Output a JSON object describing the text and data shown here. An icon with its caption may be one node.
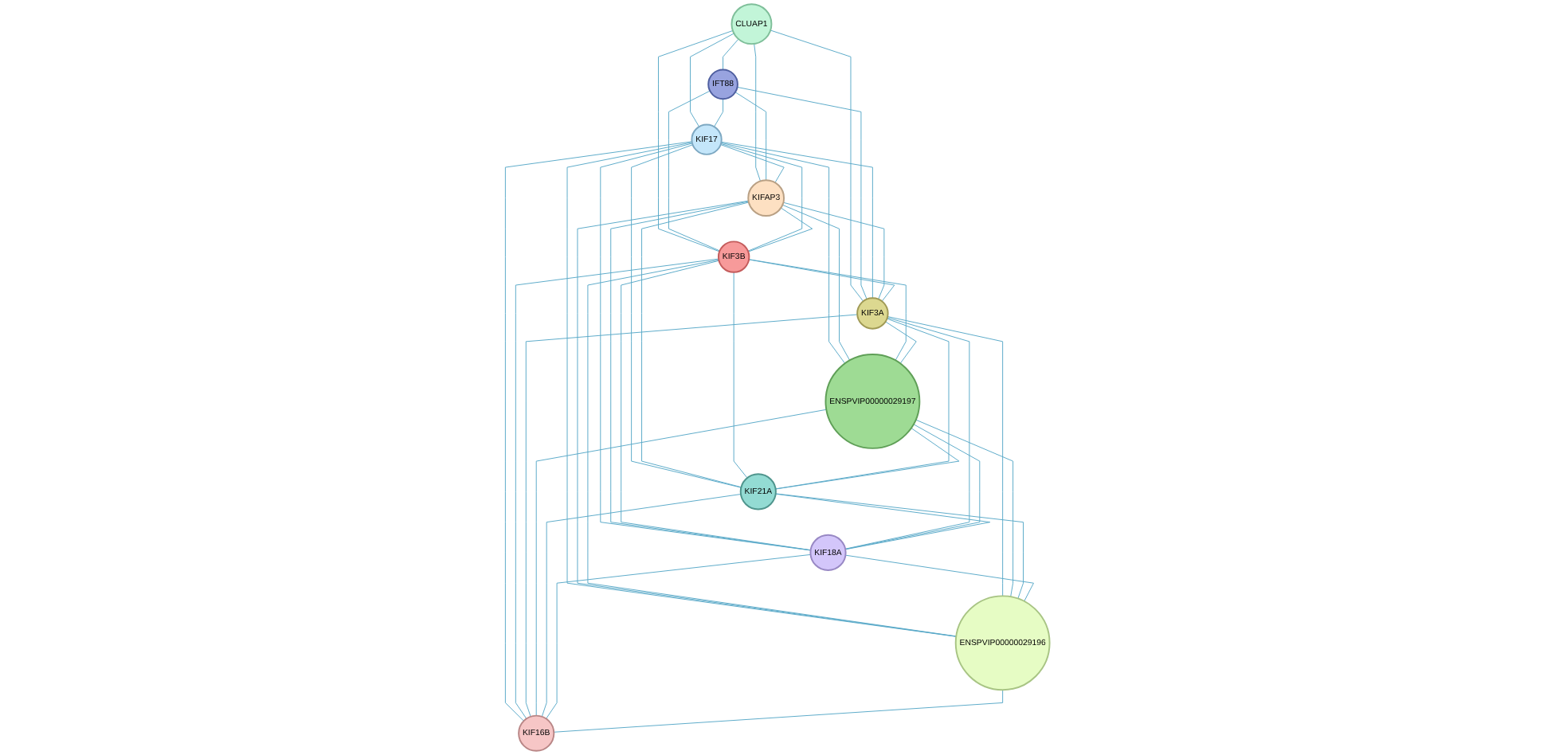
{
  "diagram": {
    "nodes": [
      {
        "text": [
          "CLUAP1"
        ]
      },
      {
        "text": [
          "IFT88"
        ]
      },
      {
        "text": [
          "KIF17"
        ]
      },
      {
        "text": [
          "KIFAP3"
        ]
      },
      {
        "text": [
          "KIF3B"
        ]
      },
      {
        "text": [
          "KIF3A"
        ]
      },
      {
        "text": [
          "ENSPVIP00000029197"
        ]
      },
      {
        "text": [
          "KIF21A"
        ]
      },
      {
        "text": [
          "KIF18A"
        ]
      },
      {
        "text": [
          "ENSPVIP00000029196"
        ]
      },
      {
        "text": [
          "KIF16B"
        ]
      }
    ],
    "edges": [
      {
        "from": 0,
        "to": 1,
        "arrow": "none"
      },
      {
        "from": 0,
        "to": 2,
        "arrow": "none"
      },
      {
        "from": 0,
        "to": 3,
        "arrow": "none"
      },
      {
        "from": 0,
        "to": 4,
        "arrow": "none"
      },
      {
        "from": 0,
        "to": 5,
        "arrow": "none"
      },
      {
        "from": 1,
        "to": 2,
        "arrow": "none"
      },
      {
        "from": 1,
        "to": 3,
        "arrow": "none"
      },
      {
        "from": 1,
        "to": 4,
        "arrow": "none"
      },
      {
        "from": 1,
        "to": 5,
        "arrow": "none"
      },
      {
        "from": 2,
        "to": 3,
        "arrow": "none"
      },
      {
        "from": 2,
        "to": 4,
        "arrow": "none"
      },
      {
        "from": 2,
        "to": 5,
        "arrow": "none"
      },
      {
        "from": 2,
        "to": 6,
        "arrow": "none"
      },
      {
        "from": 2,
        "to": 7,
        "arrow": "none"
      },
      {
        "from": 2,
        "to": 8,
        "arrow": "none"
      },
      {
        "from": 2,
        "to": 9,
        "arrow": "none"
      },
      {
        "from": 2,
        "to": 10,
        "arrow": "none"
      },
      {
        "from": 3,
        "to": 4,
        "arrow": "none"
      },
      {
        "from": 3,
        "to": 5,
        "arrow": "none"
      },
      {
        "from": 3,
        "to": 6,
        "arrow": "none"
      },
      {
        "from": 3,
        "to": 7,
        "arrow": "none"
      },
      {
        "from": 3,
        "to": 8,
        "arrow": "none"
      },
      {
        "from": 3,
        "to": 9,
        "arrow": "none"
      },
      {
        "from": 4,
        "to": 5,
        "arrow": "none"
      },
      {
        "from": 4,
        "to": 6,
        "arrow": "none"
      },
      {
        "from": 4,
        "to": 7,
        "arrow": "none"
      },
      {
        "from": 4,
        "to": 8,
        "arrow": "none"
      },
      {
        "from": 4,
        "to": 9,
        "arrow": "none"
      },
      {
        "from": 4,
        "to": 10,
        "arrow": "none"
      },
      {
        "from": 5,
        "to": 6,
        "arrow": "none"
      },
      {
        "from": 5,
        "to": 7,
        "arrow": "none"
      },
      {
        "from": 5,
        "to": 8,
        "arrow": "none"
      },
      {
        "from": 5,
        "to": 9,
        "arrow": "none"
      },
      {
        "from": 5,
        "to": 10,
        "arrow": "none"
      },
      {
        "from": 6,
        "to": 7,
        "arrow": "none"
      },
      {
        "from": 6,
        "to": 8,
        "arrow": "none"
      },
      {
        "from": 6,
        "to": 9,
        "arrow": "none"
      },
      {
        "from": 6,
        "to": 10,
        "arrow": "none"
      },
      {
        "from": 7,
        "to": 8,
        "arrow": "none"
      },
      {
        "from": 7,
        "to": 9,
        "arrow": "none"
      },
      {
        "from": 7,
        "to": 10,
        "arrow": "none"
      },
      {
        "from": 8,
        "to": 9,
        "arrow": "none"
      },
      {
        "from": 8,
        "to": 10,
        "arrow": "none"
      },
      {
        "from": 9,
        "to": 10,
        "arrow": "none"
      }
    ]
  }
}
